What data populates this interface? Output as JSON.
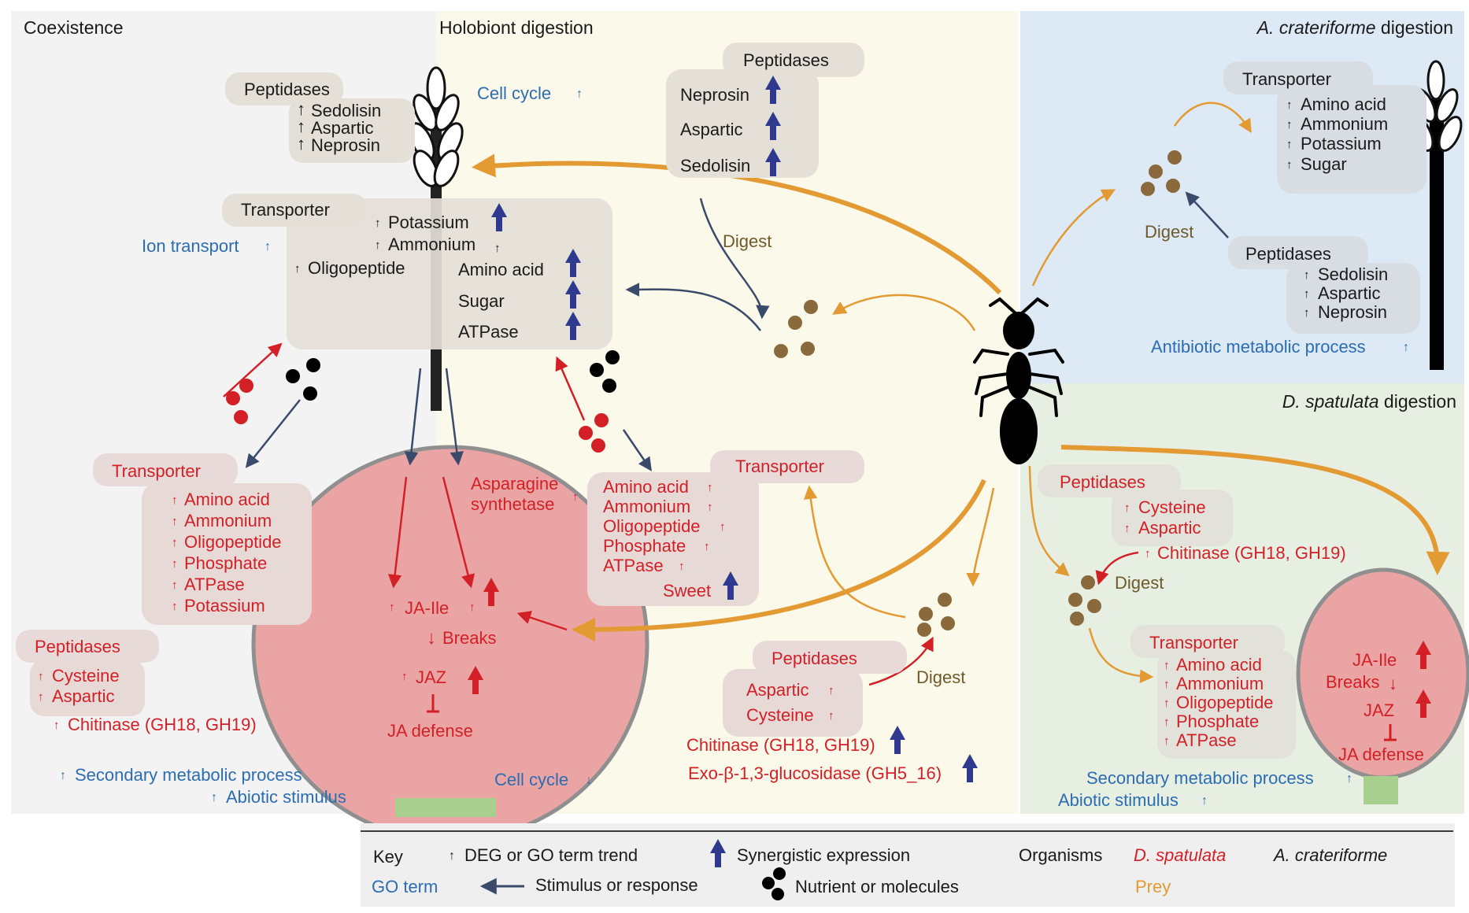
{
  "panels": {
    "coexistence": "Coexistence",
    "holobiont": "Holobiont digestion",
    "acrat_italic": "A. crateriforme",
    "acrat_suffix": " digestion",
    "dspat_italic": "D. spatulata",
    "dspat_suffix": " digestion"
  },
  "holobiont": {
    "cell_cycle_up": "Cell cycle",
    "cell_cycle_down": "Cell cycle",
    "ion_transport": "Ion transport",
    "ac_peptidases": {
      "title": "Peptidases",
      "items": [
        "Sedolisin",
        "Aspartic",
        "Neprosin"
      ]
    },
    "ac_transporter": {
      "title": "Transporter",
      "items": [
        "Potassium",
        "Ammonium",
        "Oligopeptide",
        "Amino acid",
        "Sugar",
        "ATPase"
      ]
    },
    "prey_peptidases": {
      "title": "Peptidases",
      "items": [
        "Neprosin",
        "Aspartic",
        "Sedolisin"
      ]
    },
    "digest_top": "Digest",
    "digest_bottom": "Digest",
    "ds_transporter_left": {
      "title": "Transporter",
      "items": [
        "Amino acid",
        "Ammonium",
        "Oligopeptide",
        "Phosphate",
        "ATPase",
        "Potassium"
      ]
    },
    "ds_peptidases_left": {
      "title": "Peptidases",
      "items": [
        "Cysteine",
        "Aspartic"
      ]
    },
    "chitinase_left": "Chitinase (GH18, GH19)",
    "secondary": "Secondary metabolic process",
    "abiotic": "Abiotic stimulus",
    "asparagine": [
      "Asparagine",
      "synthetase"
    ],
    "ja_ile": "JA-Ile",
    "breaks": "Breaks",
    "jaz": "JAZ",
    "ja_defense": "JA defense",
    "ds_transporter_right": {
      "title": "Transporter",
      "items": [
        "Amino acid",
        "Ammonium",
        "Oligopeptide",
        "Phosphate",
        "ATPase",
        "Sweet"
      ]
    },
    "ds_peptidases_bottom": {
      "title": "Peptidases",
      "items": [
        "Aspartic",
        "Cysteine"
      ]
    },
    "chitinase_bottom": "Chitinase (GH18, GH19)",
    "exo_glucosidase": "Exo-β-1,3-glucosidase (GH5_16)"
  },
  "acrat_panel": {
    "transporter": {
      "title": "Transporter",
      "items": [
        "Amino acid",
        "Ammonium",
        "Potassium",
        "Sugar"
      ]
    },
    "digest": "Digest",
    "peptidases": {
      "title": "Peptidases",
      "items": [
        "Sedolisin",
        "Aspartic",
        "Neprosin"
      ]
    },
    "antibiotic": "Antibiotic metabolic process"
  },
  "dspat_panel": {
    "peptidases": {
      "title": "Peptidases",
      "items": [
        "Cysteine",
        "Aspartic"
      ]
    },
    "chitinase": "Chitinase (GH18, GH19)",
    "digest": "Digest",
    "transporter": {
      "title": "Transporter",
      "items": [
        "Amino acid",
        "Ammonium",
        "Oligopeptide",
        "Phosphate",
        "ATPase"
      ]
    },
    "ja_ile": "JA-Ile",
    "breaks": "Breaks",
    "jaz": "JAZ",
    "ja_defense": "JA defense",
    "secondary": "Secondary metabolic process",
    "abiotic": "Abiotic stimulus"
  },
  "key": {
    "title": "Key",
    "deg": "DEG or GO term trend",
    "synergistic": "Synergistic expression",
    "organisms": "Organisms",
    "d_spatulata": "D. spatulata",
    "a_crateriforme": "A. crateriforme",
    "go_term": "GO term",
    "stimulus": "Stimulus or response",
    "nutrient": "Nutrient or molecules",
    "prey": "Prey"
  },
  "colors": {
    "d_spatulata": "#d32027",
    "a_crateriforme": "#1a1a1a",
    "go_term": "#2b6db3",
    "prey": "#e39a32",
    "synergistic": "#2f3a8f",
    "stimulus": "#3a4a6b"
  }
}
